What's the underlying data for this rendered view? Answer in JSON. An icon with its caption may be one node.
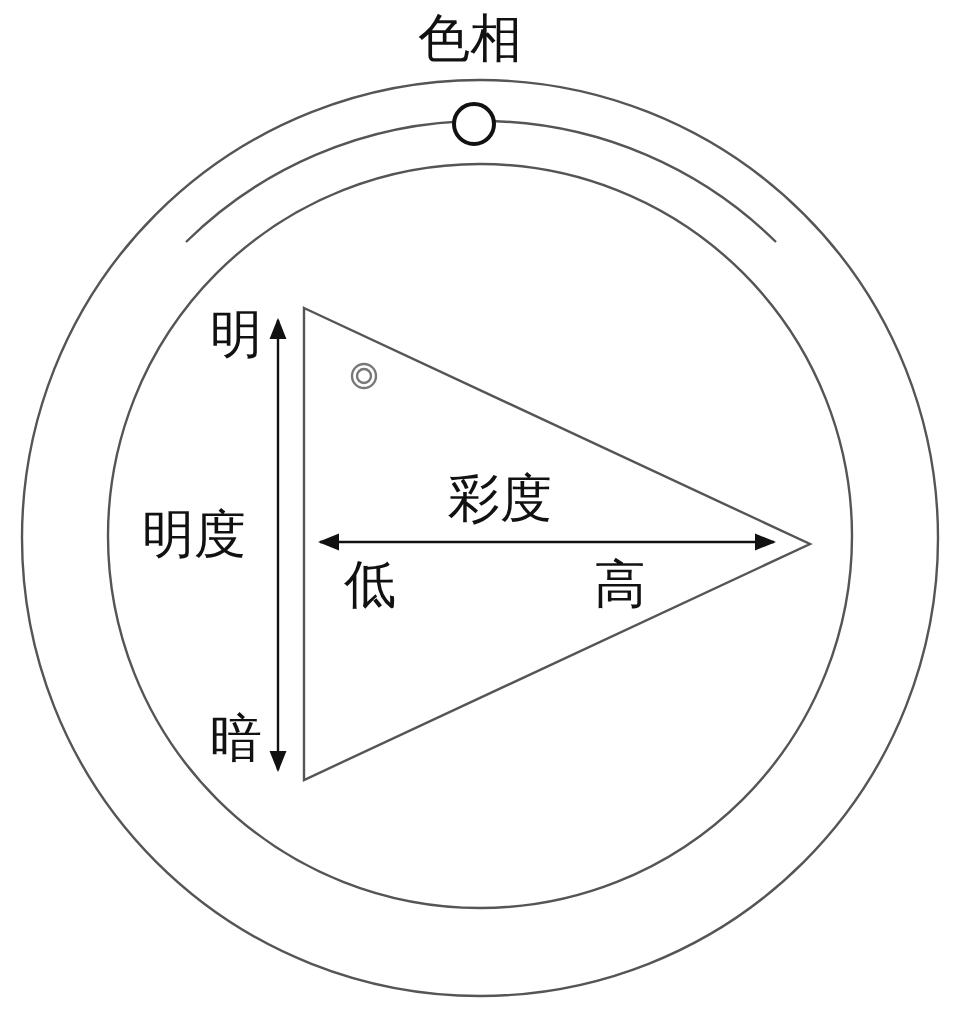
{
  "diagram": {
    "labels": [
      "色相",
      "明",
      "彩度",
      "明度",
      "低",
      "高",
      "暗"
    ]
  }
}
